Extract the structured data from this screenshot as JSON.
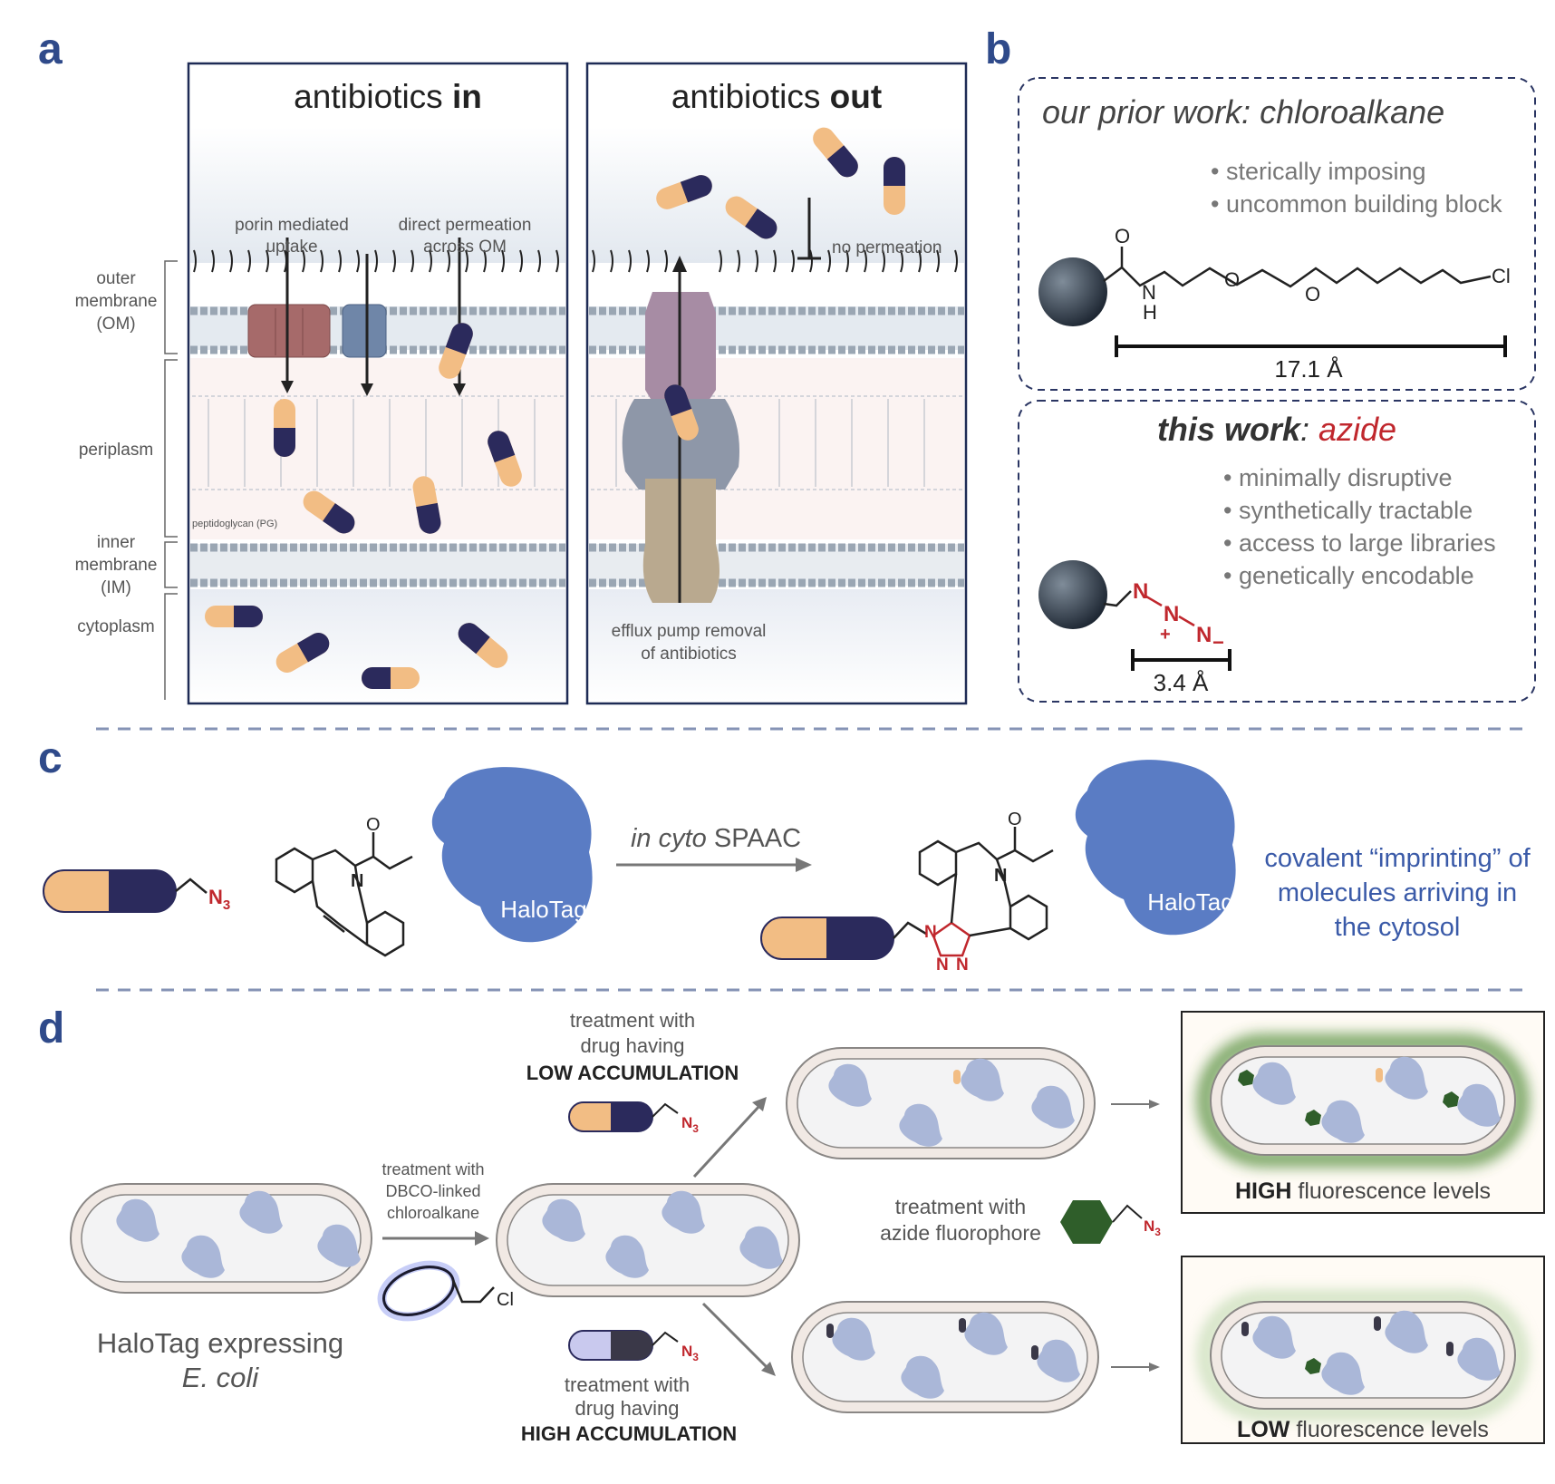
{
  "panels": {
    "a": "a",
    "b": "b",
    "c": "c",
    "d": "d"
  },
  "panel_a": {
    "left_title_pre": "antibiotics ",
    "left_title_bold": "in",
    "right_title_pre": "antibiotics ",
    "right_title_bold": "out",
    "layers": {
      "om_1": "outer",
      "om_2": "membrane",
      "om_3": "(OM)",
      "periplasm": "periplasm",
      "im_1": "inner",
      "im_2": "membrane",
      "im_3": "(IM)",
      "cytoplasm": "cytoplasm"
    },
    "porin_1": "porin mediated",
    "porin_2": "uptake",
    "direct_1": "direct permeation",
    "direct_2": "across OM",
    "pg": "peptidoglycan (PG)",
    "no_perm": "no permeation",
    "efflux_1": "efflux pump removal",
    "efflux_2": "of antibiotics"
  },
  "panel_b": {
    "prior_title": "our prior work: chloroalkane",
    "prior_bullets": [
      "sterically imposing",
      "uncommon building block"
    ],
    "prior_length": "17.1 Å",
    "this_title_bold": "this work",
    "this_title_colon": ": ",
    "this_title_red": "azide",
    "this_bullets": [
      "minimally disruptive",
      "synthetically tractable",
      "access to large libraries",
      "genetically encodable"
    ],
    "this_length": "3.4 Å",
    "atoms": {
      "O": "O",
      "N": "N",
      "H": "H",
      "Cl": "Cl",
      "plus": "+",
      "minus": "−"
    }
  },
  "panel_c": {
    "reaction_pre": "in cyto",
    "reaction_post": " SPAAC",
    "halotag": "HaloTag",
    "n3": "N",
    "n3_sub": "3",
    "caption": [
      "covalent “imprinting” of",
      "molecules arriving in",
      "the cytosol"
    ]
  },
  "panel_d": {
    "ecoli_1": "HaloTag expressing",
    "ecoli_2": "E. coli",
    "dbco": [
      "treatment with",
      "DBCO-linked",
      "chloroalkane"
    ],
    "cl": "Cl",
    "low_treat": [
      "treatment with",
      "drug having",
      "LOW ACCUMULATION"
    ],
    "high_treat": [
      "treatment with",
      "drug having",
      "HIGH ACCUMULATION"
    ],
    "fluor": [
      "treatment with",
      "azide fluorophore"
    ],
    "high_result_bold": "HIGH",
    "high_result_rest": " fluorescence levels",
    "low_result_bold": "LOW",
    "low_result_rest": " fluorescence levels"
  },
  "colors": {
    "navy": "#2b2a5c",
    "tan": "#f2bd84",
    "halotag": "#5a7cc4",
    "accent": "#2f4a8a",
    "red": "#c0272d",
    "green": "#2f5e2a"
  }
}
